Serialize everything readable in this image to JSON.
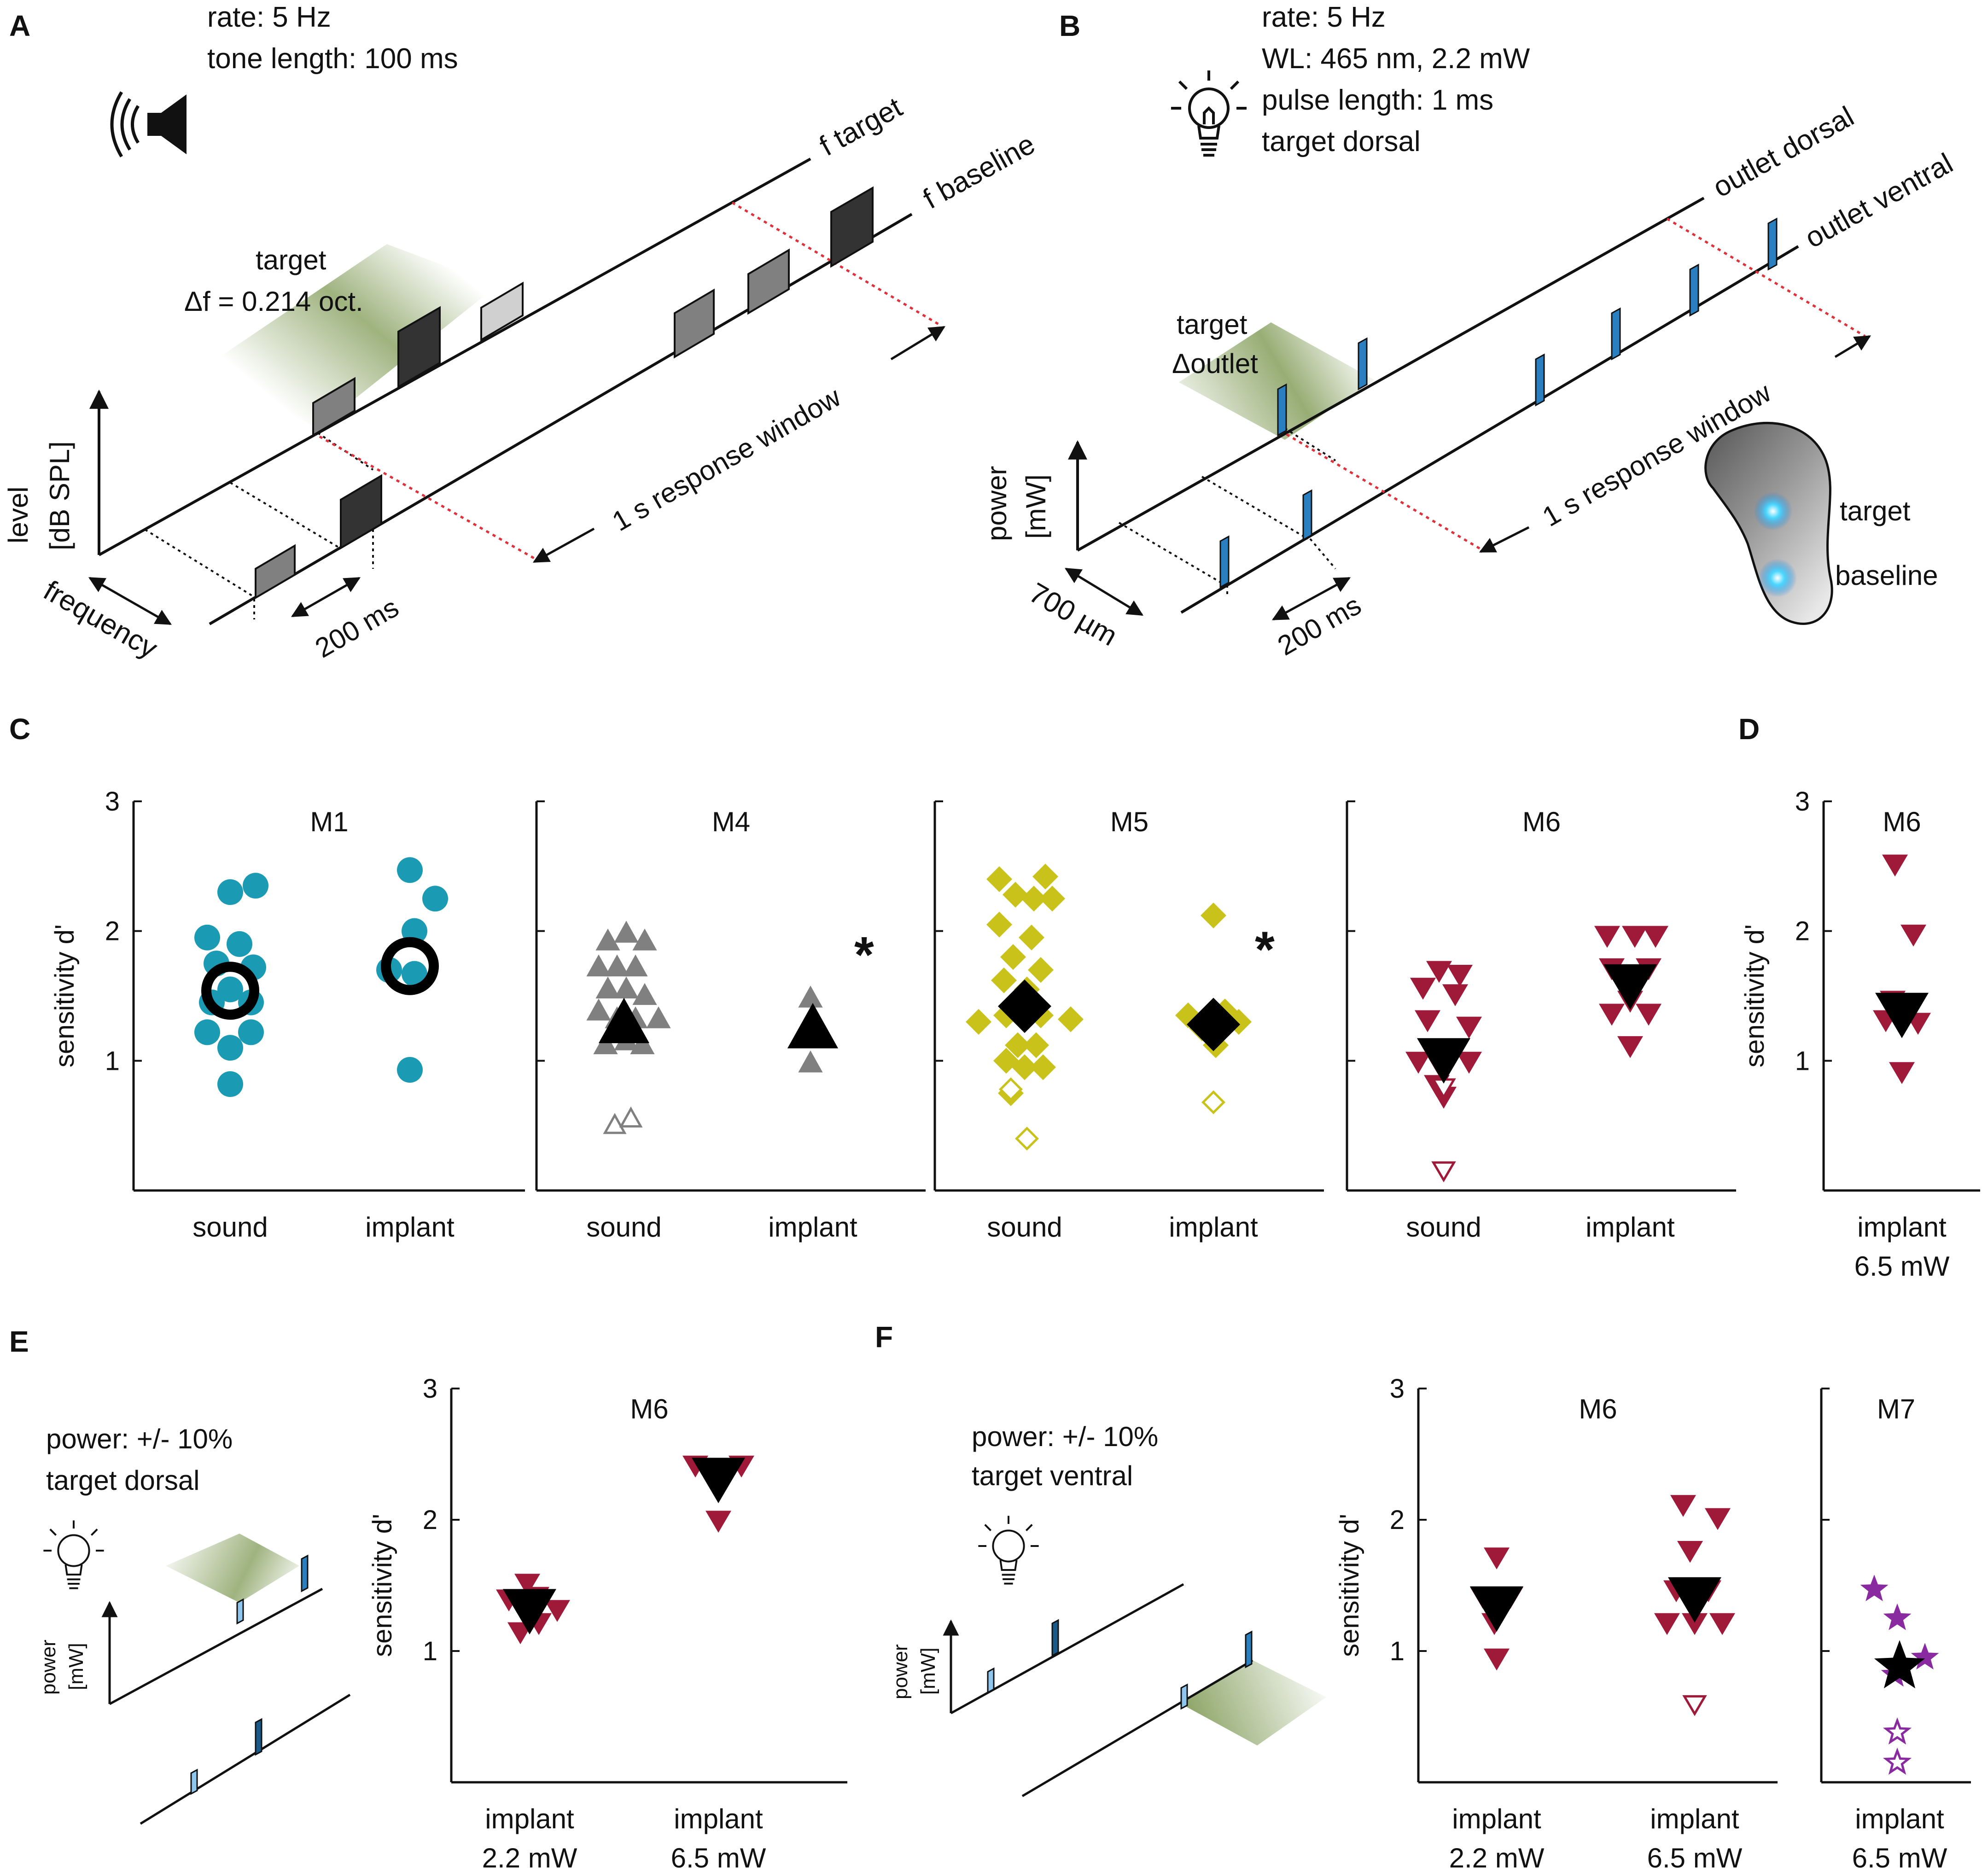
{
  "panels": {
    "A": {
      "label": "A",
      "info": [
        "rate: 5 Hz",
        "tone length: 100 ms"
      ],
      "line_labels": [
        "f target",
        "f baseline"
      ],
      "target_text": [
        "target",
        "Δf = 0.214 oct."
      ],
      "y_axis": [
        "level",
        "[dB SPL]"
      ],
      "x_axis": "frequency",
      "interval": "200 ms",
      "window": "1 s response window",
      "icon": "speaker-icon"
    },
    "B": {
      "label": "B",
      "info": [
        "rate: 5 Hz",
        "WL: 465 nm, 2.2 mW",
        "pulse length: 1 ms",
        "target dorsal"
      ],
      "line_labels": [
        "outlet dorsal",
        "outlet ventral"
      ],
      "target_text": [
        "target",
        "Δoutlet"
      ],
      "y_axis": [
        "power",
        "[mW]"
      ],
      "x_axis": "700 µm",
      "interval": "200 ms",
      "window": "1 s response window",
      "cochlea_labels": [
        "target",
        "baseline"
      ],
      "icon": "lightbulb-icon"
    },
    "C": {
      "label": "C"
    },
    "D": {
      "label": "D"
    },
    "E": {
      "label": "E",
      "info": [
        "power: +/- 10%",
        "target dorsal"
      ],
      "y_axis": [
        "power",
        "[mW]"
      ],
      "icon": "lightbulb-icon"
    },
    "F": {
      "label": "F",
      "info": [
        "power: +/- 10%",
        "target ventral"
      ],
      "y_axis": [
        "power",
        "[mW]"
      ],
      "icon": "lightbulb-icon"
    }
  },
  "colors": {
    "M1": "#1a9bb3",
    "M4": "#808080",
    "M5": "#c8c21a",
    "M6": "#9e1a38",
    "M7": "#8a2aa0",
    "mean": "#000000",
    "pulse": "#2a7fc0",
    "target_shade": "#6b8a3a",
    "red_dash": "#e0303a"
  },
  "chart_data": [
    {
      "type": "scatter",
      "panel": "C",
      "title": "M1",
      "ylabel": "sensitivity d'",
      "ylim": [
        0,
        3
      ],
      "yticks": [
        "1",
        "2",
        "3"
      ],
      "categories": [
        "sound",
        "implant"
      ],
      "marker": "circle",
      "color": "#1a9bb3",
      "series": [
        {
          "category": "sound",
          "points": [
            [
              -0.5,
              1.95
            ],
            [
              0.0,
              2.3
            ],
            [
              0.55,
              2.35
            ],
            [
              -0.3,
              1.75
            ],
            [
              0.2,
              1.9
            ],
            [
              0.5,
              1.72
            ],
            [
              -0.4,
              1.45
            ],
            [
              0.45,
              1.45
            ],
            [
              0.0,
              1.55
            ],
            [
              -0.5,
              1.22
            ],
            [
              0.45,
              1.22
            ],
            [
              0.0,
              1.1
            ],
            [
              0.0,
              0.82
            ]
          ],
          "hollow": [],
          "mean": 1.54
        },
        {
          "category": "implant",
          "points": [
            [
              0.0,
              2.47
            ],
            [
              0.55,
              2.25
            ],
            [
              0.1,
              2.0
            ],
            [
              -0.45,
              1.7
            ],
            [
              0.1,
              1.67
            ],
            [
              0.0,
              0.93
            ]
          ],
          "hollow": [],
          "mean": 1.73
        }
      ]
    },
    {
      "type": "scatter",
      "panel": "C",
      "title": "M4",
      "ylim": [
        0,
        3
      ],
      "categories": [
        "sound",
        "implant"
      ],
      "marker": "triangle-up",
      "color": "#808080",
      "series": [
        {
          "category": "sound",
          "points": [
            [
              -0.35,
              1.92
            ],
            [
              0.05,
              1.98
            ],
            [
              0.45,
              1.92
            ],
            [
              -0.55,
              1.72
            ],
            [
              -0.15,
              1.72
            ],
            [
              0.25,
              1.72
            ],
            [
              -0.35,
              1.55
            ],
            [
              0.05,
              1.55
            ],
            [
              0.45,
              1.5
            ],
            [
              -0.55,
              1.38
            ],
            [
              -0.15,
              1.32
            ],
            [
              0.25,
              1.32
            ],
            [
              0.75,
              1.32
            ],
            [
              -0.4,
              1.12
            ],
            [
              0.05,
              1.15
            ],
            [
              0.4,
              1.12
            ]
          ],
          "hollow": [
            [
              -0.2,
              0.5
            ],
            [
              0.15,
              0.55
            ]
          ],
          "mean": 1.28
        },
        {
          "category": "implant",
          "points": [
            [
              -0.05,
              1.48
            ],
            [
              -0.05,
              0.98
            ]
          ],
          "hollow": [],
          "mean": 1.24,
          "star": true
        }
      ]
    },
    {
      "type": "scatter",
      "panel": "C",
      "title": "M5",
      "ylim": [
        0,
        3
      ],
      "categories": [
        "sound",
        "implant"
      ],
      "marker": "diamond",
      "color": "#c8c21a",
      "series": [
        {
          "category": "sound",
          "points": [
            [
              -0.55,
              2.4
            ],
            [
              0.45,
              2.42
            ],
            [
              -0.2,
              2.28
            ],
            [
              0.2,
              2.25
            ],
            [
              0.6,
              2.25
            ],
            [
              -0.55,
              2.05
            ],
            [
              0.15,
              1.95
            ],
            [
              -0.25,
              1.8
            ],
            [
              0.35,
              1.7
            ],
            [
              -0.45,
              1.62
            ],
            [
              0.05,
              1.55
            ],
            [
              -1.0,
              1.3
            ],
            [
              -0.4,
              1.35
            ],
            [
              0.35,
              1.35
            ],
            [
              1.0,
              1.32
            ],
            [
              -0.15,
              1.12
            ],
            [
              0.25,
              1.12
            ],
            [
              -0.4,
              1.0
            ],
            [
              0.0,
              0.95
            ],
            [
              0.4,
              0.95
            ],
            [
              -0.3,
              0.75
            ]
          ],
          "hollow": [
            [
              -0.3,
              0.78
            ],
            [
              0.05,
              0.4
            ]
          ],
          "mean": 1.42
        },
        {
          "category": "implant",
          "points": [
            [
              0.0,
              2.12
            ],
            [
              -0.55,
              1.35
            ],
            [
              0.25,
              1.38
            ],
            [
              -0.25,
              1.25
            ],
            [
              0.55,
              1.3
            ],
            [
              0.05,
              1.12
            ]
          ],
          "hollow": [
            [
              0.0,
              0.68
            ]
          ],
          "mean": 1.28,
          "star": true
        }
      ]
    },
    {
      "type": "scatter",
      "panel": "C",
      "title": "M6",
      "ylim": [
        0,
        3
      ],
      "categories": [
        "sound",
        "implant"
      ],
      "marker": "triangle-down",
      "color": "#9e1a38",
      "series": [
        {
          "category": "sound",
          "points": [
            [
              -0.1,
              1.7
            ],
            [
              0.35,
              1.67
            ],
            [
              -0.45,
              1.57
            ],
            [
              0.25,
              1.52
            ],
            [
              -0.35,
              1.32
            ],
            [
              0.55,
              1.27
            ],
            [
              -0.55,
              1.0
            ],
            [
              0.55,
              1.0
            ],
            [
              -0.1,
              0.98
            ],
            [
              -0.15,
              0.82
            ],
            [
              0.0,
              0.73
            ]
          ],
          "hollow": [
            [
              0.0,
              0.8
            ],
            [
              0.0,
              0.16
            ]
          ],
          "mean": 1.03
        },
        {
          "category": "implant",
          "points": [
            [
              -0.5,
              1.97
            ],
            [
              0.1,
              1.97
            ],
            [
              0.55,
              1.97
            ],
            [
              -0.4,
              1.72
            ],
            [
              0.4,
              1.72
            ],
            [
              0.0,
              1.47
            ],
            [
              -0.4,
              1.37
            ],
            [
              0.4,
              1.37
            ],
            [
              0.0,
              1.12
            ]
          ],
          "hollow": [],
          "mean": 1.6
        }
      ]
    },
    {
      "type": "scatter",
      "panel": "D",
      "title": "M6",
      "ylabel": "sensitivity d'",
      "ylim": [
        0,
        3
      ],
      "yticks": [
        "1",
        "2",
        "3"
      ],
      "categories": [
        "implant\n6.5 mW"
      ],
      "marker": "triangle-down",
      "color": "#9e1a38",
      "series": [
        {
          "category": "implant\n6.5 mW",
          "points": [
            [
              -0.15,
              2.52
            ],
            [
              0.25,
              1.98
            ],
            [
              -0.2,
              1.47
            ],
            [
              0.2,
              1.42
            ],
            [
              -0.35,
              1.32
            ],
            [
              0.35,
              1.3
            ],
            [
              0.0,
              0.92
            ]
          ],
          "hollow": [],
          "mean": 1.38
        }
      ]
    },
    {
      "type": "scatter",
      "panel": "E",
      "title": "M6",
      "ylabel": "sensitivity d'",
      "ylim": [
        0,
        3
      ],
      "yticks": [
        "1",
        "2",
        "3"
      ],
      "categories": [
        "implant\n2.2 mW",
        "implant\n6.5 mW"
      ],
      "marker": "triangle-down",
      "color": "#9e1a38",
      "series": [
        {
          "category": "implant\n2.2 mW",
          "points": [
            [
              -0.45,
              1.4
            ],
            [
              -0.05,
              1.52
            ],
            [
              0.15,
              1.42
            ],
            [
              0.6,
              1.32
            ],
            [
              -0.2,
              1.15
            ],
            [
              0.2,
              1.22
            ]
          ],
          "hollow": [],
          "mean": 1.33
        },
        {
          "category": "implant\n6.5 mW",
          "points": [
            [
              -0.5,
              2.42
            ],
            [
              0.5,
              2.42
            ],
            [
              -0.2,
              2.38
            ],
            [
              0.2,
              2.38
            ],
            [
              0.0,
              2.0
            ]
          ],
          "hollow": [],
          "mean": 2.33
        }
      ]
    },
    {
      "type": "scatter",
      "panel": "F",
      "title": "M6",
      "ylabel": "sensitivity d'",
      "ylim": [
        0,
        3
      ],
      "yticks": [
        "1",
        "2",
        "3"
      ],
      "categories": [
        "implant\n2.2 mW",
        "implant\n6.5 mW"
      ],
      "marker": "triangle-down",
      "color": "#9e1a38",
      "series": [
        {
          "category": "implant\n2.2 mW",
          "points": [
            [
              0.0,
              1.72
            ],
            [
              -0.3,
              1.42
            ],
            [
              0.3,
              1.42
            ],
            [
              -0.05,
              1.22
            ],
            [
              0.0,
              0.95
            ]
          ],
          "hollow": [],
          "mean": 1.35
        },
        {
          "category": "implant\n6.5 mW",
          "points": [
            [
              -0.25,
              2.12
            ],
            [
              0.5,
              2.02
            ],
            [
              -0.1,
              1.77
            ],
            [
              -0.4,
              1.47
            ],
            [
              0.3,
              1.47
            ],
            [
              -0.6,
              1.22
            ],
            [
              0.0,
              1.22
            ],
            [
              0.6,
              1.22
            ]
          ],
          "hollow": [
            [
              0.0,
              0.6
            ]
          ],
          "mean": 1.42
        }
      ]
    },
    {
      "type": "scatter",
      "panel": "F",
      "title": "M7",
      "ylim": [
        0,
        3
      ],
      "categories": [
        "implant\n6.5 mW"
      ],
      "marker": "star",
      "color": "#8a2aa0",
      "series": [
        {
          "category": "implant\n6.5 mW",
          "points": [
            [
              -0.55,
              1.47
            ],
            [
              -0.05,
              1.25
            ],
            [
              0.55,
              0.95
            ],
            [
              -0.1,
              0.82
            ]
          ],
          "hollow": [
            [
              -0.05,
              0.38
            ],
            [
              -0.05,
              0.15
            ]
          ],
          "mean": 0.88
        }
      ]
    }
  ]
}
